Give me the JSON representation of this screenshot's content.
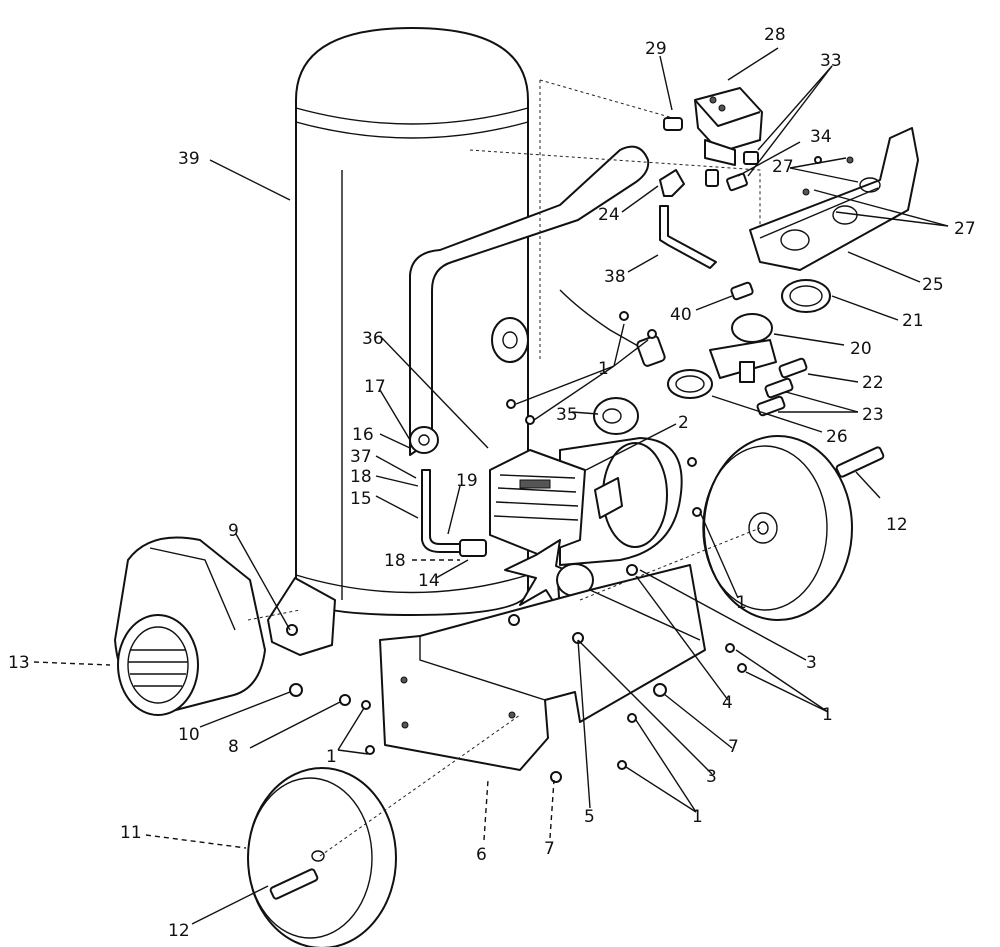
{
  "diagram": {
    "type": "exploded-parts-diagram",
    "colors": {
      "ink": "#111111",
      "paper": "#ffffff"
    },
    "callouts": [
      {
        "id": "c28",
        "number": "28"
      },
      {
        "id": "c29",
        "number": "29"
      },
      {
        "id": "c33",
        "number": "33"
      },
      {
        "id": "c34",
        "number": "34"
      },
      {
        "id": "c39",
        "number": "39"
      },
      {
        "id": "c27a",
        "number": "27"
      },
      {
        "id": "c27b",
        "number": "27"
      },
      {
        "id": "c24",
        "number": "24"
      },
      {
        "id": "c38",
        "number": "38"
      },
      {
        "id": "c25",
        "number": "25"
      },
      {
        "id": "c40",
        "number": "40"
      },
      {
        "id": "c21",
        "number": "21"
      },
      {
        "id": "c20",
        "number": "20"
      },
      {
        "id": "c36",
        "number": "36"
      },
      {
        "id": "c1a",
        "number": "1"
      },
      {
        "id": "c22",
        "number": "22"
      },
      {
        "id": "c17",
        "number": "17"
      },
      {
        "id": "c23",
        "number": "23"
      },
      {
        "id": "c35",
        "number": "35"
      },
      {
        "id": "c2",
        "number": "2"
      },
      {
        "id": "c26",
        "number": "26"
      },
      {
        "id": "c16",
        "number": "16"
      },
      {
        "id": "c37",
        "number": "37"
      },
      {
        "id": "c18a",
        "number": "18"
      },
      {
        "id": "c19",
        "number": "19"
      },
      {
        "id": "c15",
        "number": "15"
      },
      {
        "id": "c12a",
        "number": "12"
      },
      {
        "id": "c18b",
        "number": "18"
      },
      {
        "id": "c14",
        "number": "14"
      },
      {
        "id": "c1b",
        "number": "1"
      },
      {
        "id": "c9",
        "number": "9"
      },
      {
        "id": "c3a",
        "number": "3"
      },
      {
        "id": "c13",
        "number": "13"
      },
      {
        "id": "c4",
        "number": "4"
      },
      {
        "id": "c1c",
        "number": "1"
      },
      {
        "id": "c10",
        "number": "10"
      },
      {
        "id": "c7a",
        "number": "7"
      },
      {
        "id": "c8",
        "number": "8"
      },
      {
        "id": "c1d",
        "number": "1"
      },
      {
        "id": "c3b",
        "number": "3"
      },
      {
        "id": "c11",
        "number": "11"
      },
      {
        "id": "c5",
        "number": "5"
      },
      {
        "id": "c1e",
        "number": "1"
      },
      {
        "id": "c6",
        "number": "6"
      },
      {
        "id": "c7b",
        "number": "7"
      },
      {
        "id": "c12b",
        "number": "12"
      }
    ]
  }
}
